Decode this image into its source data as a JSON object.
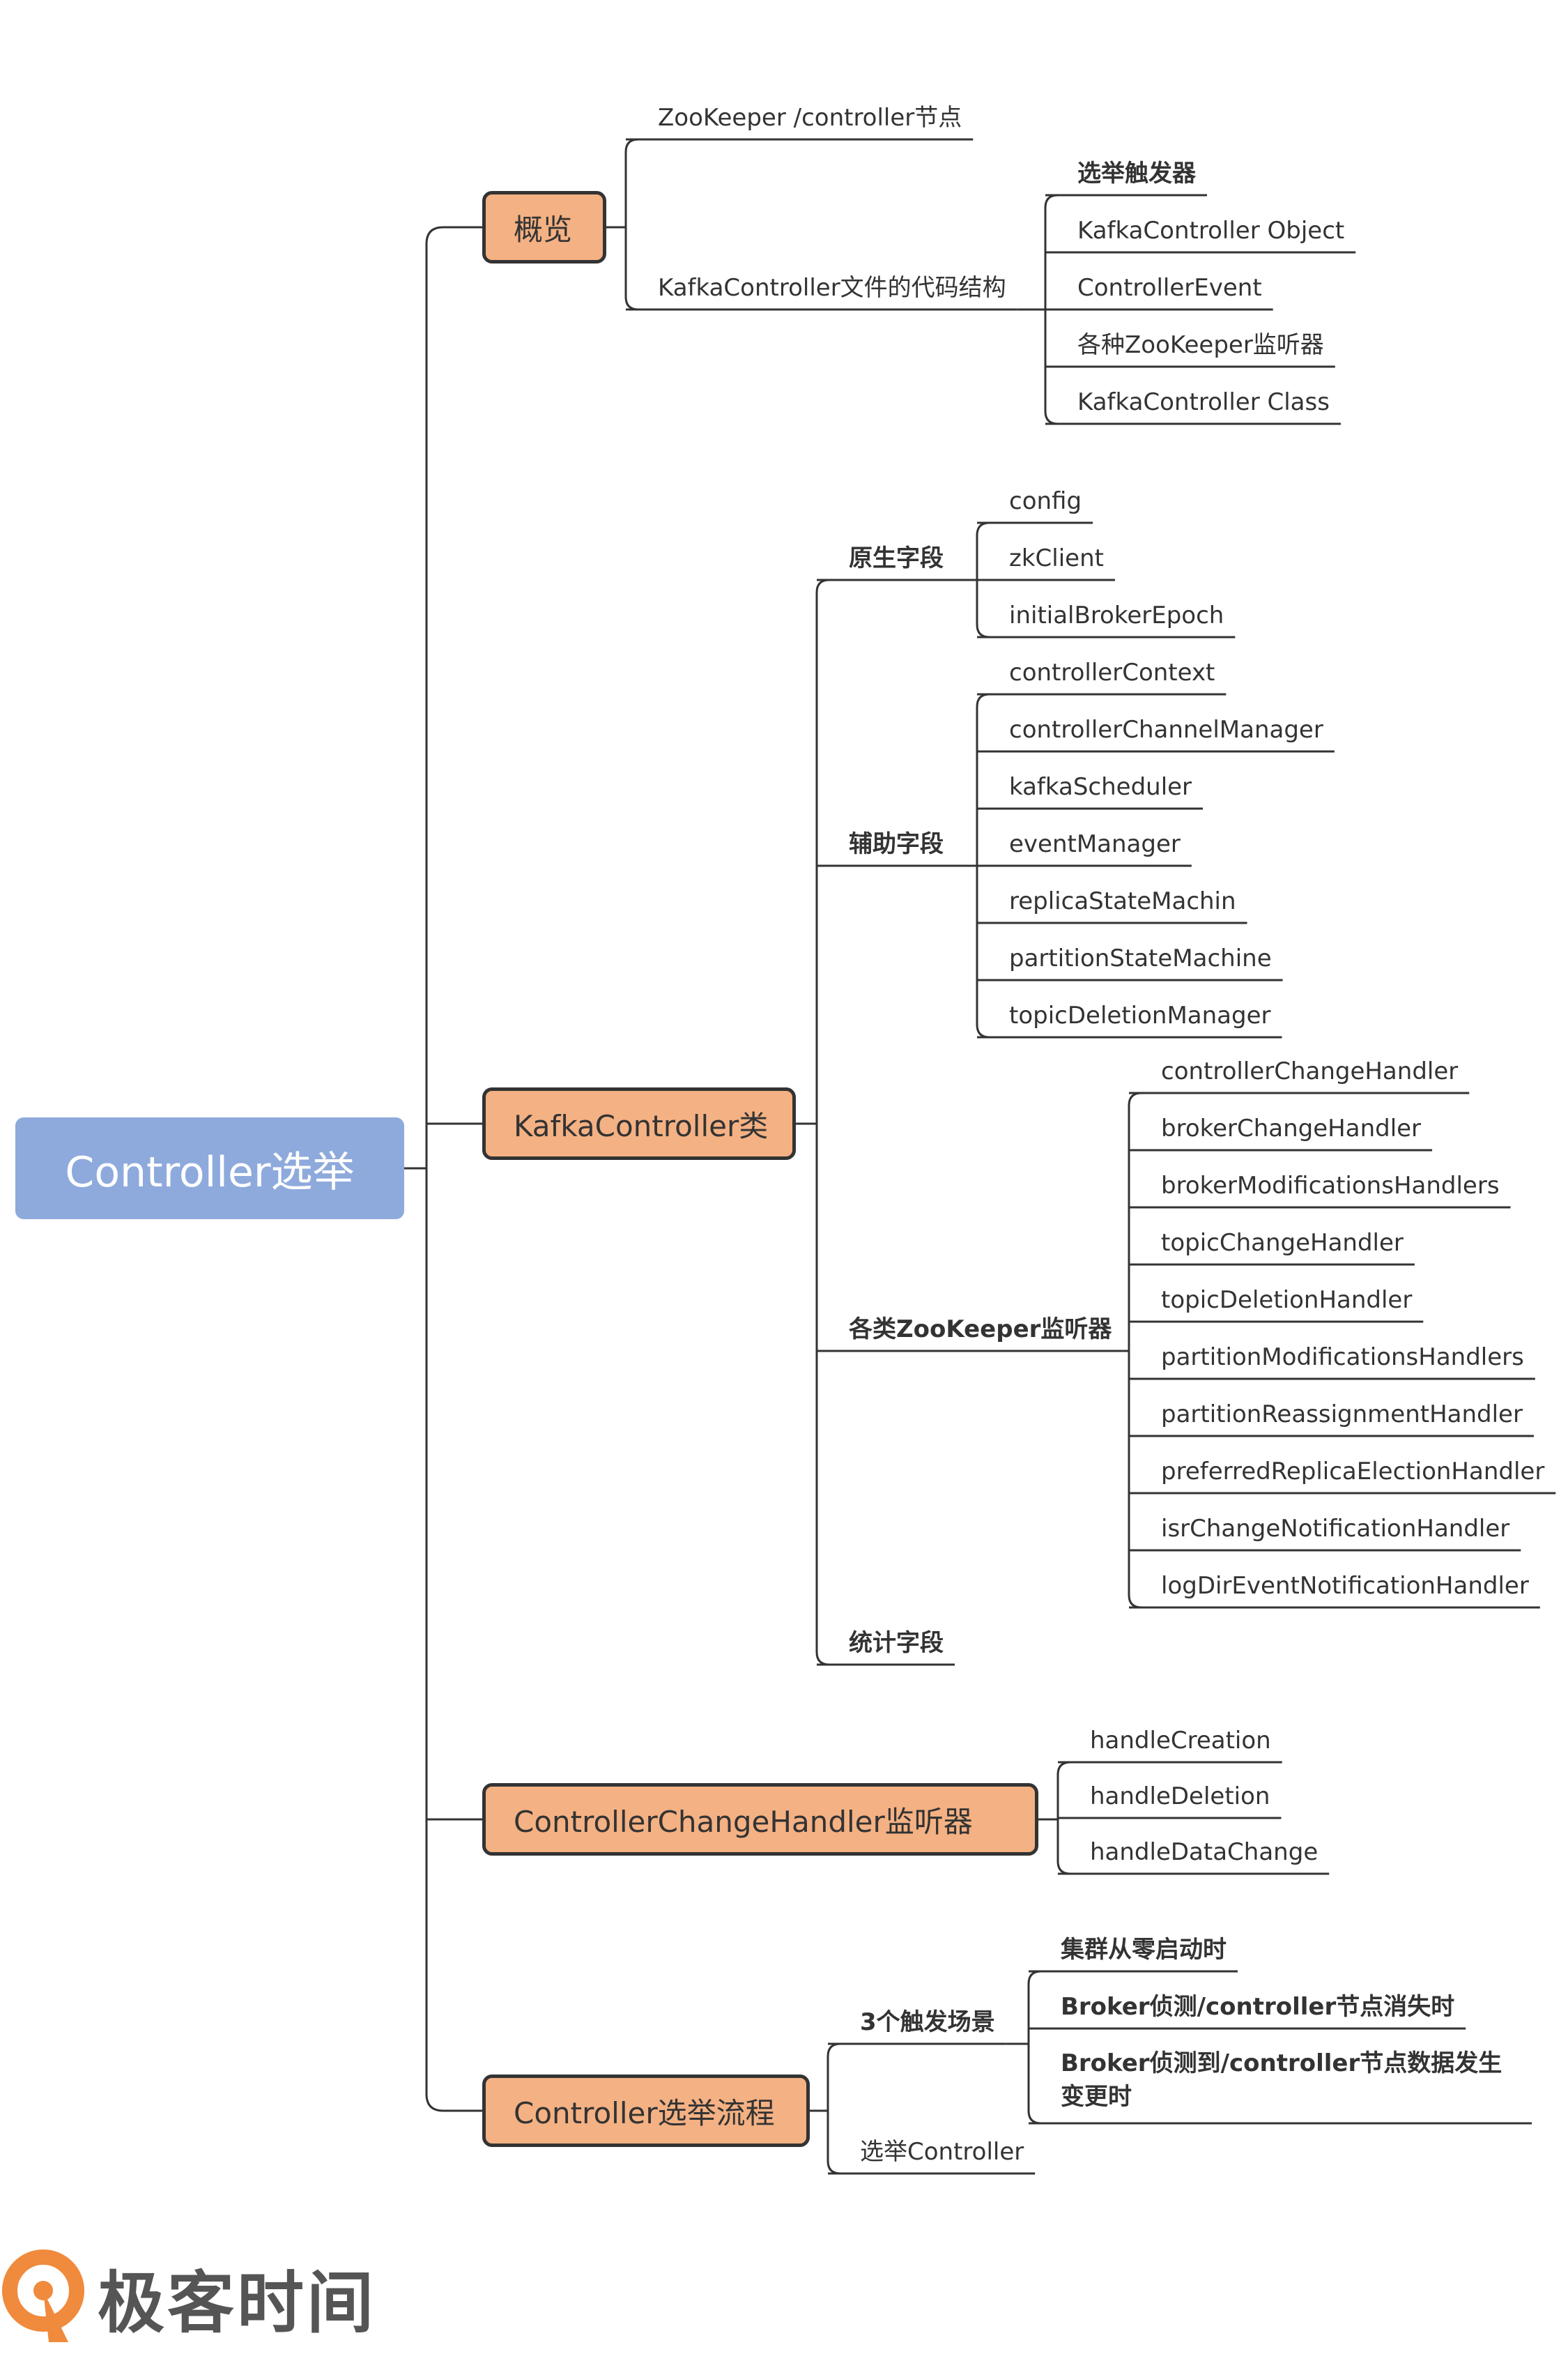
{
  "root": "Controller选举",
  "branches": [
    {
      "label": "概览",
      "children": [
        {
          "label": "ZooKeeper /controller节点"
        },
        {
          "label": "KafkaController文件的代码结构",
          "children": [
            "选举触发器",
            "KafkaController Object",
            "ControllerEvent",
            "各种ZooKeeper监听器",
            "KafkaController Class"
          ]
        }
      ]
    },
    {
      "label": "KafkaController类",
      "children": [
        {
          "label": "原生字段",
          "children": [
            "config",
            "zkClient",
            "initialBrokerEpoch"
          ]
        },
        {
          "label": "辅助字段",
          "children": [
            "controllerContext",
            "controllerChannelManager",
            "kafkaScheduler",
            "eventManager",
            "replicaStateMachin",
            "partitionStateMachine",
            "topicDeletionManager"
          ]
        },
        {
          "label": "各类ZooKeeper监听器",
          "children": [
            "controllerChangeHandler",
            "brokerChangeHandler",
            "brokerModificationsHandlers",
            "topicChangeHandler",
            "topicDeletionHandler",
            "partitionModificationsHandlers",
            "partitionReassignmentHandler",
            "preferredReplicaElectionHandler",
            "isrChangeNotificationHandler",
            "logDirEventNotificationHandler"
          ]
        },
        {
          "label": "统计字段"
        }
      ]
    },
    {
      "label": "ControllerChangeHandler监听器",
      "children": [
        "handleCreation",
        "handleDeletion",
        "handleDataChange"
      ]
    },
    {
      "label": "Controller选举流程",
      "children": [
        {
          "label": "3个触发场景",
          "children": [
            "集群从零启动时",
            "Broker侦测/controller节点消失时",
            "Broker侦测到/controller节点数据发生变更时"
          ]
        },
        {
          "label": "选举Controller"
        }
      ]
    }
  ],
  "logo": {
    "text": "极客时间"
  },
  "colors": {
    "root": "#8eaadc",
    "node": "#f4b183",
    "line": "#333333",
    "logo_orange": "#f08a3c"
  }
}
